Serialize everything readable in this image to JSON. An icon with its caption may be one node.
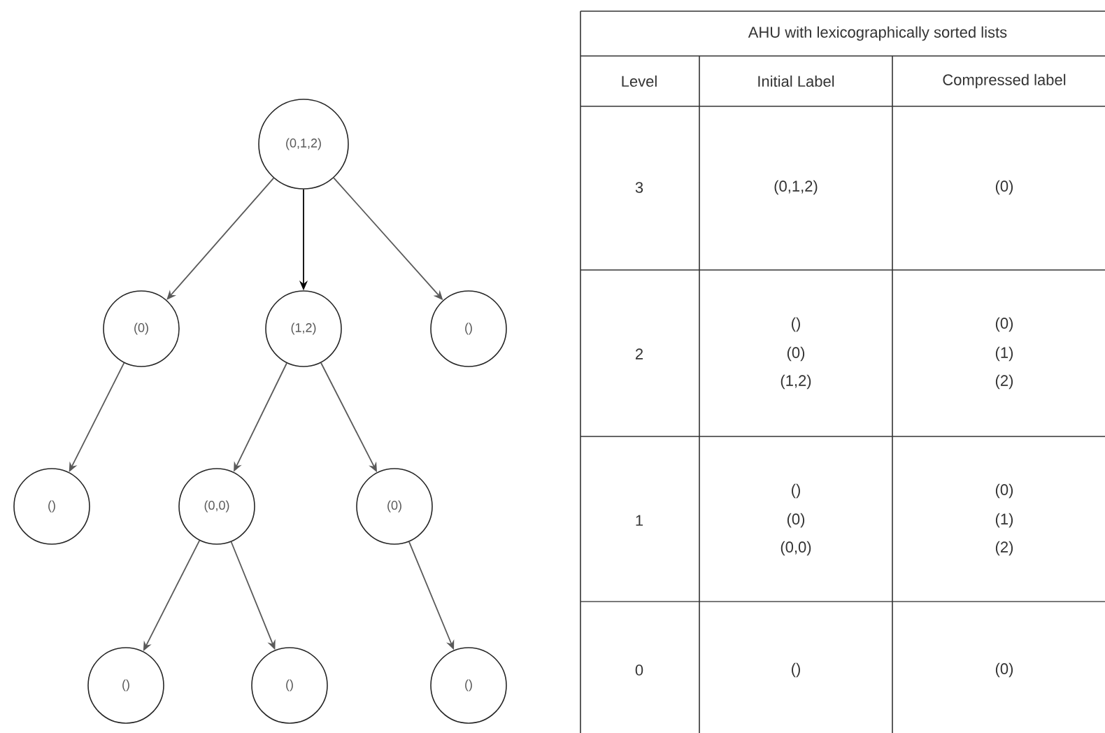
{
  "diagram": {
    "nodes": [
      {
        "text": [
          "(0,1,2)"
        ]
      },
      {
        "text": [
          "(0)"
        ]
      },
      {
        "text": [
          "(1,2)"
        ]
      },
      {
        "text": [
          "()"
        ]
      },
      {
        "text": [
          "()"
        ]
      },
      {
        "text": [
          "(0,0)"
        ]
      },
      {
        "text": [
          "(0)"
        ]
      },
      {
        "text": [
          "()"
        ]
      },
      {
        "text": [
          "()"
        ]
      },
      {
        "text": [
          "()"
        ]
      }
    ],
    "edges": [
      {
        "from": 0,
        "to": 1,
        "arrow": "to"
      },
      {
        "from": 0,
        "to": 2,
        "arrow": "to",
        "color": "#000000"
      },
      {
        "from": 0,
        "to": 3,
        "arrow": "to"
      },
      {
        "from": 1,
        "to": 4,
        "arrow": "to"
      },
      {
        "from": 2,
        "to": 5,
        "arrow": "to"
      },
      {
        "from": 2,
        "to": 6,
        "arrow": "to"
      },
      {
        "from": 5,
        "to": 7,
        "arrow": "to"
      },
      {
        "from": 5,
        "to": 8,
        "arrow": "to"
      },
      {
        "from": 6,
        "to": 9,
        "arrow": "to"
      }
    ],
    "labels": [
      "AHU with lexicographically sorted lists",
      "Level",
      "Initial Label",
      "Compressed label",
      "3",
      "(0,1,2)",
      "(0)",
      "2",
      "()",
      "(0)",
      "(1,2)",
      "(0)",
      "(1)",
      "(2)",
      "1",
      "()",
      "(0)",
      "(0,0)",
      "(0)",
      "(1)",
      "(2)",
      "0",
      "()",
      "(0)"
    ]
  }
}
